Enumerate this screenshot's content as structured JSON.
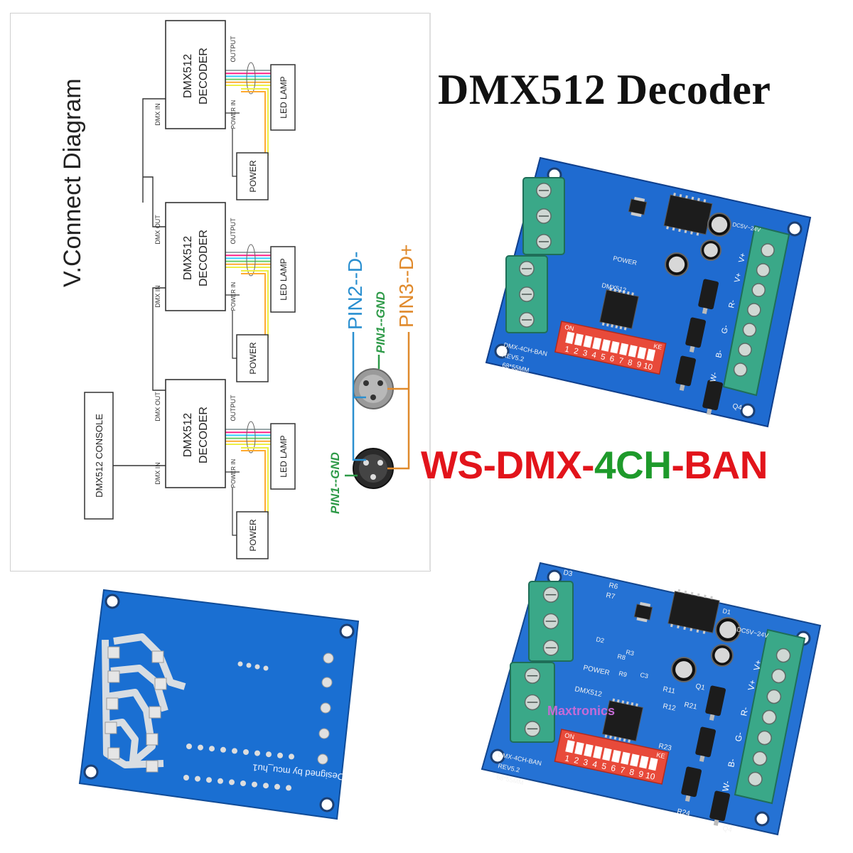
{
  "diagram": {
    "heading": "V.Connect Diagram",
    "console_label": "DMX512 CONSOLE",
    "decoder_line1": "DMX512",
    "decoder_line2": "DECODER",
    "dmx_in": "DMX IN",
    "dmx_out": "DMX OUT",
    "output": "OUTPUT",
    "power_in": "POWER IN",
    "led_lamp": "LED LAMP",
    "power": "POWER",
    "pins": {
      "pin2": "PIN2--D-",
      "pin1_top": "PIN1--GND",
      "pin3": "PIN3--D+",
      "pin1_bottom": "PIN1--GND"
    },
    "colors": {
      "pin2": "#2a8fd0",
      "pin1": "#2e9a48",
      "pin3": "#e08a2c"
    }
  },
  "product": {
    "title": "DMX512 Decoder",
    "model_parts": [
      {
        "text": "WS-DMX-",
        "color": "#e2141b"
      },
      {
        "text": "4CH",
        "color": "#1e9a2b"
      },
      {
        "text": "-BAN",
        "color": "#e2141b"
      }
    ]
  },
  "board_front": {
    "dip_on": "ON",
    "dip_ke": "KE",
    "dip_numbers": [
      "1",
      "2",
      "3",
      "4",
      "5",
      "6",
      "7",
      "8",
      "9",
      "10"
    ],
    "terminal_labels": [
      "V+",
      "V+",
      "R-",
      "G-",
      "B-",
      "W-"
    ],
    "silk": {
      "model": "DMX-4CH-BAN",
      "rev": "REV5.2",
      "size": "68*55MM",
      "power": "POWER",
      "dmx512": "DMX512",
      "dc": "DC5V~24V",
      "q1": "Q1",
      "q4": "Q4",
      "d3": "D3",
      "r6": "R6",
      "r7": "R7",
      "r11": "R11",
      "r12": "R12",
      "r21": "R21",
      "r23": "R23",
      "r24": "R24",
      "d1": "D1",
      "d2": "D2",
      "r8": "R8",
      "r9": "R9",
      "r3": "R3",
      "c3": "C3"
    },
    "watermark": "Maxtronics"
  },
  "board_back": {
    "silk_text": "Designed by mcu_hu1"
  }
}
